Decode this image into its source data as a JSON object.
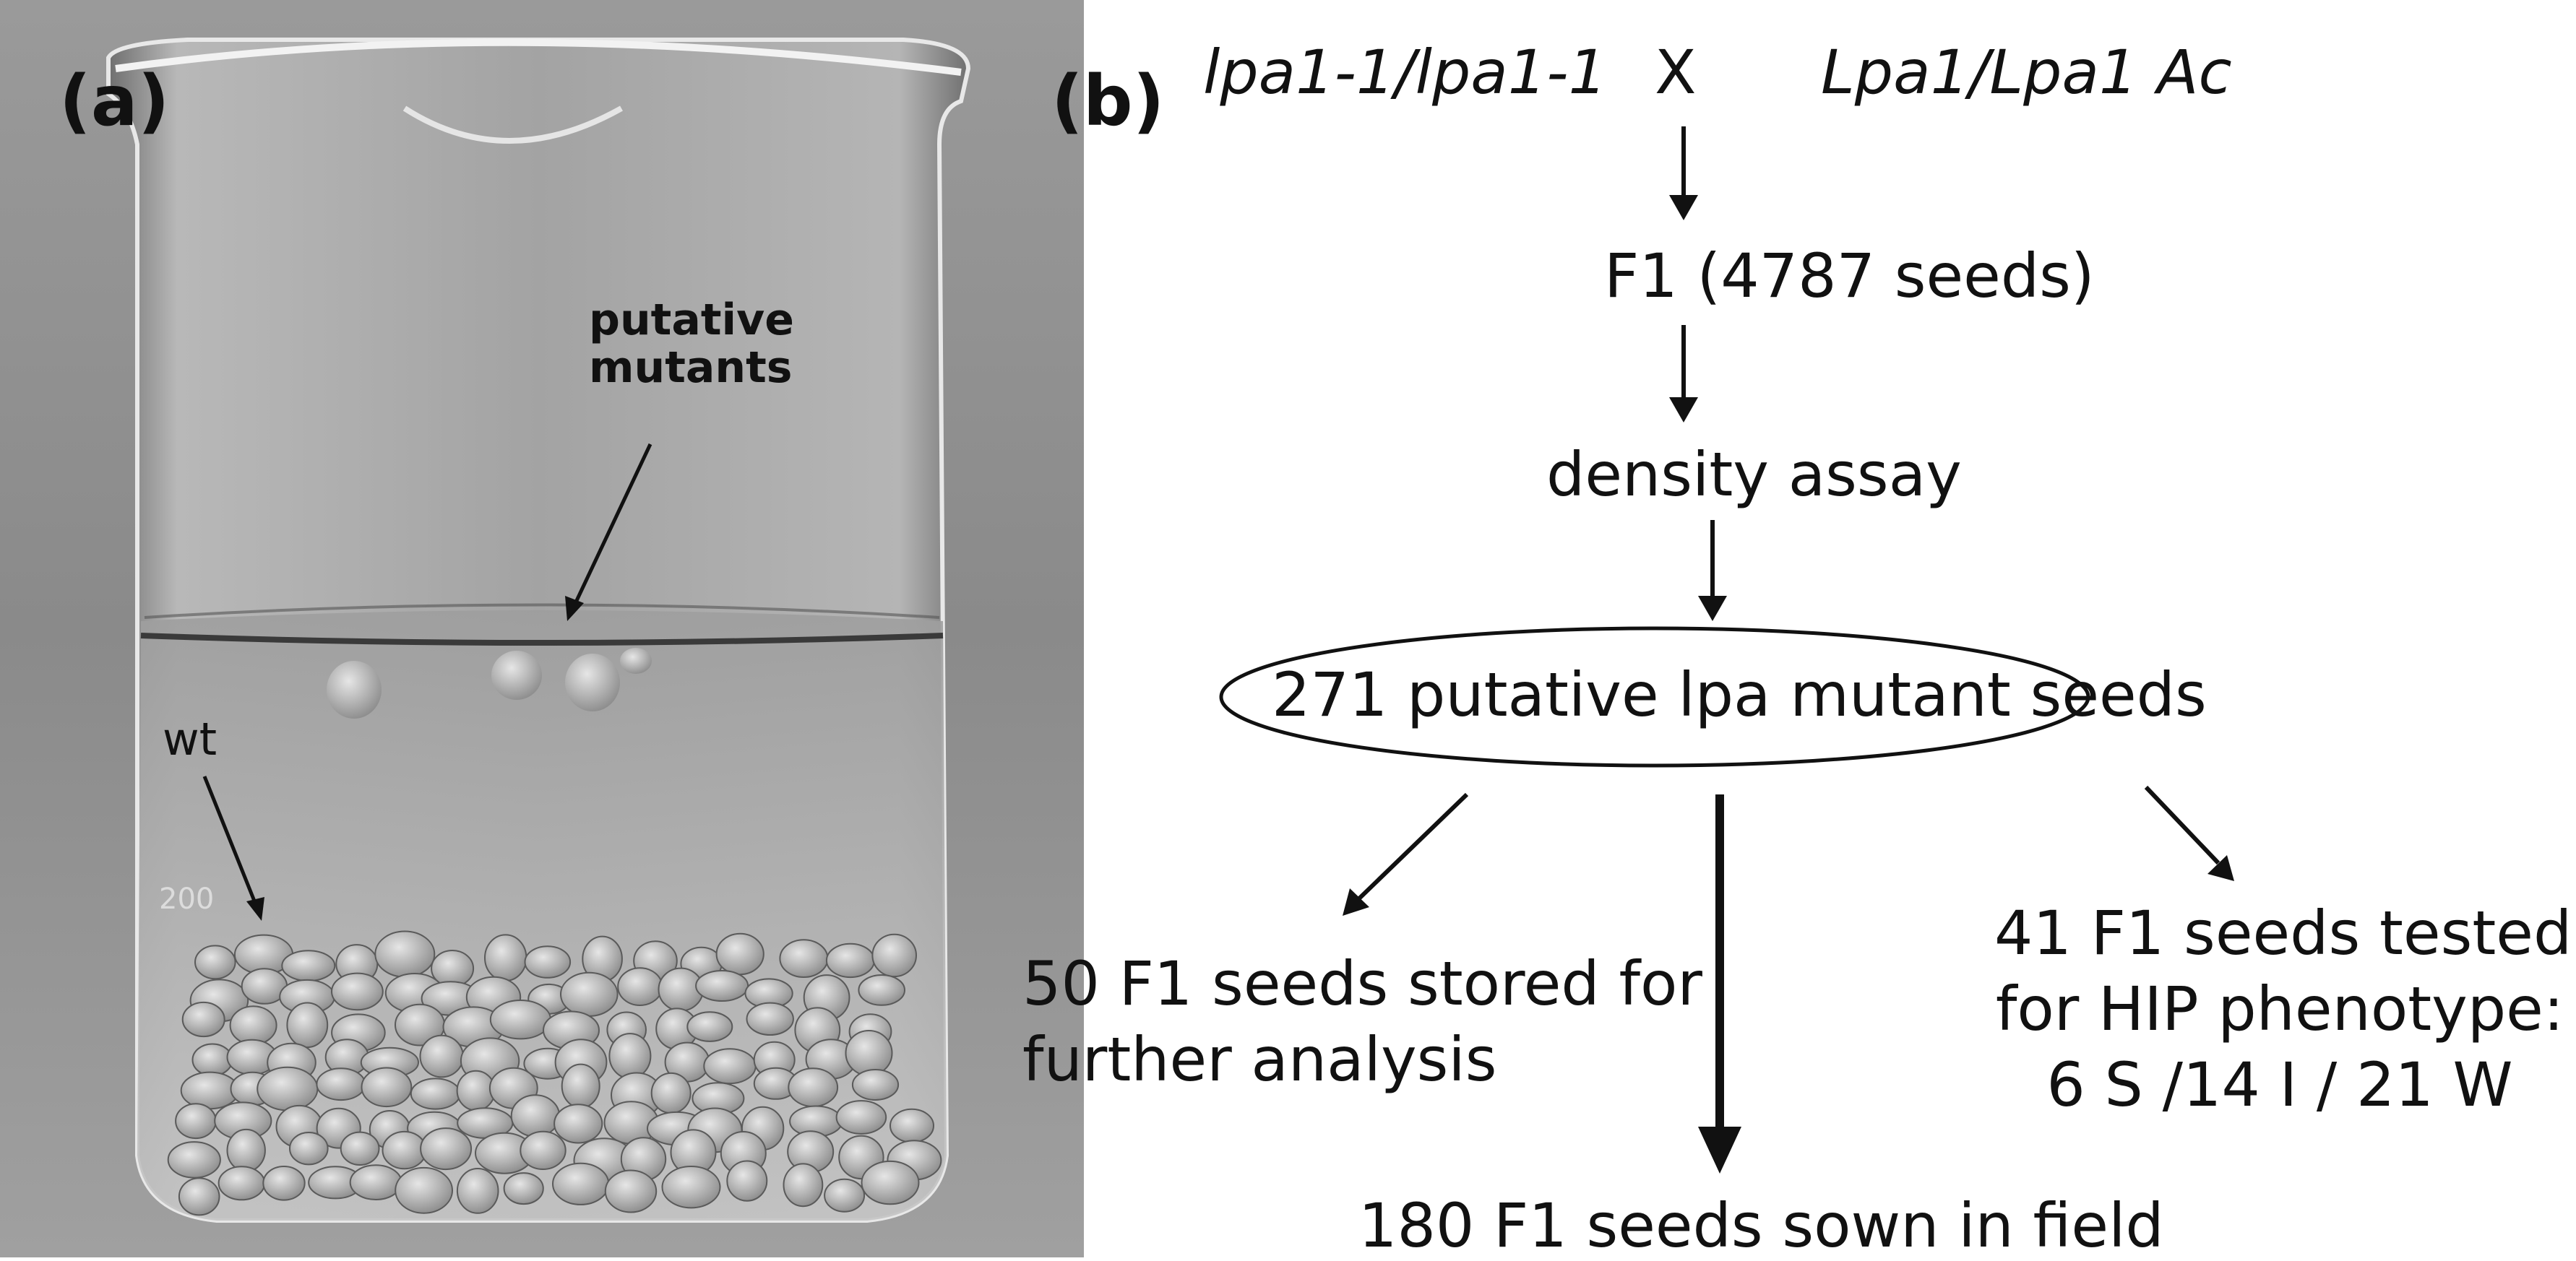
{
  "panel_a": {
    "label": "(a)",
    "annotations": {
      "putative_mutants_line1": "putative",
      "putative_mutants_line2": "mutants",
      "wt": "wt"
    },
    "beaker_mark": "200"
  },
  "panel_b": {
    "label": "(b)",
    "parent_left": "lpa1-1/lpa1-1",
    "cross": "X",
    "parent_right": "Lpa1/Lpa1 Ac",
    "f1_total": "F1 (4787 seeds)",
    "assay": "density assay",
    "putative": "271 putative lpa mutant seeds",
    "stored_line1": "50 F1 seeds stored for",
    "stored_line2": "further  analysis",
    "tested_line1": "41 F1 seeds tested",
    "tested_line2": "for HIP phenotype:",
    "tested_line3": "6 S /14 I / 21 W",
    "sown": "180  F1 seeds sown in  field"
  },
  "colors": {
    "photo_bg": "#8e8e8e",
    "text": "#111111"
  }
}
